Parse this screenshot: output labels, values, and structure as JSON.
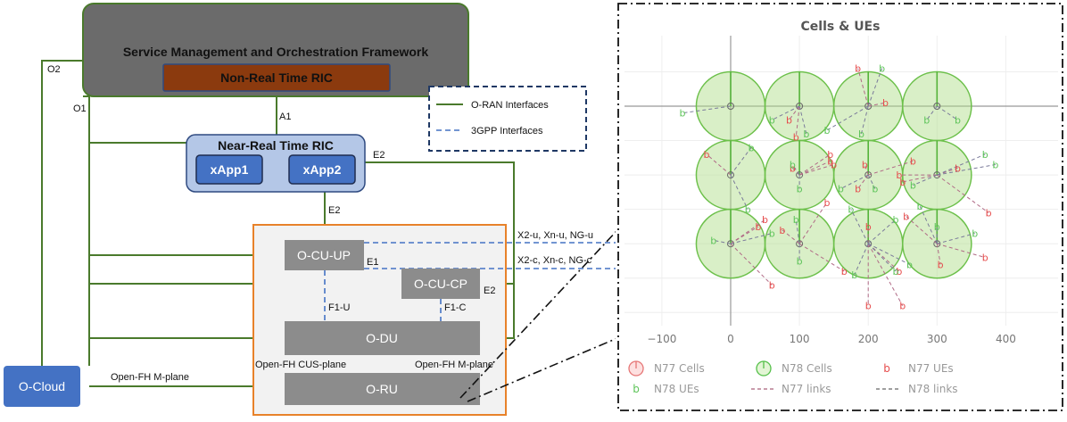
{
  "diagram": {
    "smo_title": "Service Management and Orchestration Framework",
    "non_rt_ric": "Non-Real Time RIC",
    "near_rt_ric": "Near-Real Time RIC",
    "xapp1": "xApp1",
    "xapp2": "xApp2",
    "o_cu_up": "O-CU-UP",
    "o_cu_cp": "O-CU-CP",
    "o_du": "O-DU",
    "o_ru": "O-RU",
    "o_cloud": "O-Cloud",
    "labels": {
      "o2": "O2",
      "o1": "O1",
      "a1": "A1",
      "e2_top": "E2",
      "e2_mid": "E2",
      "e2_cp": "E2",
      "e1": "E1",
      "f1u": "F1-U",
      "f1c": "F1-C",
      "x2u": "X2-u, Xn-u, NG-u",
      "x2c": "X2-c, Xn-c, NG-c",
      "fh_cus": "Open-FH CUS-plane",
      "fh_m_right": "Open-FH M-plane",
      "fh_m_left": "Open-FH M-plane"
    },
    "legend": {
      "oran": "O-RAN Interfaces",
      "gpp": "3GPP Interfaces"
    },
    "colors": {
      "oran_line": "#4a7a2c",
      "gpp_line": "#4472c4",
      "smo_fill": "#6b6b6b",
      "non_rt_fill": "#8b3a0e",
      "near_rt_fill": "#b4c7e7",
      "xapp_fill": "#4472c4",
      "node_fill": "#8c8c8c",
      "cloud_fill": "#4472c4",
      "frame_border": "#e8822a"
    }
  },
  "chart_data": {
    "type": "scatter",
    "title": "Cells & UEs",
    "xlabel": "",
    "ylabel": "",
    "xlim": [
      -140,
      460
    ],
    "ylim": [
      -250,
      50
    ],
    "xticks": [
      -100,
      0,
      100,
      200,
      300,
      400
    ],
    "grid": true,
    "legend_position": "bottom",
    "cell_radius": 50,
    "legend": {
      "n77_cells": "N77 Cells",
      "n78_cells": "N78 Cells",
      "n77_ues": "N77 UEs",
      "n78_ues": "N78 UEs",
      "n77_links": "N77 links",
      "n78_links": "N78 links"
    },
    "series": [
      {
        "name": "N78 Cells",
        "x": [
          0,
          100,
          200,
          300,
          0,
          100,
          200,
          300,
          0,
          100,
          200,
          300
        ],
        "y": [
          0,
          0,
          0,
          0,
          -100,
          -100,
          -100,
          -100,
          -200,
          -200,
          -200,
          -200
        ]
      },
      {
        "name": "N77 UEs",
        "x": [
          185,
          225,
          85,
          95,
          145,
          145,
          195,
          265,
          245,
          -35,
          90,
          150,
          185,
          250,
          330,
          50,
          40,
          140,
          75,
          200,
          255,
          375,
          165,
          245,
          305,
          370,
          60,
          200,
          250
        ],
        "y": [
          55,
          5,
          -20,
          -45,
          -70,
          -80,
          -85,
          -80,
          -100,
          -70,
          -90,
          -85,
          -120,
          -110,
          -90,
          -165,
          -175,
          -140,
          -180,
          -175,
          -160,
          -155,
          -240,
          -240,
          -230,
          -220,
          -260,
          -290,
          -290
        ]
      },
      {
        "name": "N78 UEs",
        "x": [
          220,
          -70,
          60,
          110,
          140,
          190,
          285,
          330,
          30,
          90,
          100,
          160,
          210,
          265,
          370,
          385,
          25,
          60,
          95,
          175,
          240,
          275,
          -25,
          300,
          355,
          240,
          100,
          180,
          260
        ],
        "y": [
          55,
          -10,
          -20,
          -40,
          -35,
          -40,
          -20,
          -20,
          -60,
          -85,
          -120,
          -120,
          -120,
          -115,
          -70,
          -85,
          -150,
          -185,
          -165,
          -150,
          -165,
          -145,
          -195,
          -175,
          -185,
          -240,
          -225,
          -245,
          -230
        ]
      }
    ],
    "links": [
      {
        "series": "N77 links",
        "from": [
          200,
          0
        ],
        "to": [
          185,
          55
        ]
      },
      {
        "series": "N77 links",
        "from": [
          200,
          0
        ],
        "to": [
          225,
          5
        ]
      },
      {
        "series": "N77 links",
        "from": [
          100,
          0
        ],
        "to": [
          85,
          -20
        ]
      },
      {
        "series": "N77 links",
        "from": [
          100,
          0
        ],
        "to": [
          95,
          -45
        ]
      },
      {
        "series": "N77 links",
        "from": [
          100,
          -100
        ],
        "to": [
          145,
          -70
        ]
      },
      {
        "series": "N77 links",
        "from": [
          100,
          -100
        ],
        "to": [
          145,
          -80
        ]
      },
      {
        "series": "N77 links",
        "from": [
          200,
          -100
        ],
        "to": [
          195,
          -85
        ]
      },
      {
        "series": "N77 links",
        "from": [
          200,
          -100
        ],
        "to": [
          265,
          -80
        ]
      },
      {
        "series": "N77 links",
        "from": [
          300,
          -100
        ],
        "to": [
          245,
          -100
        ]
      },
      {
        "series": "N77 links",
        "from": [
          0,
          -100
        ],
        "to": [
          -35,
          -70
        ]
      },
      {
        "series": "N77 links",
        "from": [
          100,
          -100
        ],
        "to": [
          90,
          -90
        ]
      },
      {
        "series": "N77 links",
        "from": [
          100,
          -100
        ],
        "to": [
          150,
          -85
        ]
      },
      {
        "series": "N77 links",
        "from": [
          200,
          -100
        ],
        "to": [
          185,
          -120
        ]
      },
      {
        "series": "N77 links",
        "from": [
          300,
          -100
        ],
        "to": [
          250,
          -110
        ]
      },
      {
        "series": "N77 links",
        "from": [
          300,
          -100
        ],
        "to": [
          330,
          -90
        ]
      },
      {
        "series": "N77 links",
        "from": [
          0,
          -200
        ],
        "to": [
          50,
          -165
        ]
      },
      {
        "series": "N77 links",
        "from": [
          0,
          -200
        ],
        "to": [
          40,
          -175
        ]
      },
      {
        "series": "N77 links",
        "from": [
          100,
          -200
        ],
        "to": [
          140,
          -140
        ]
      },
      {
        "series": "N77 links",
        "from": [
          100,
          -200
        ],
        "to": [
          75,
          -180
        ]
      },
      {
        "series": "N77 links",
        "from": [
          200,
          -200
        ],
        "to": [
          200,
          -175
        ]
      },
      {
        "series": "N77 links",
        "from": [
          300,
          -200
        ],
        "to": [
          255,
          -160
        ]
      },
      {
        "series": "N77 links",
        "from": [
          300,
          -100
        ],
        "to": [
          375,
          -155
        ]
      },
      {
        "series": "N77 links",
        "from": [
          100,
          -200
        ],
        "to": [
          165,
          -240
        ]
      },
      {
        "series": "N77 links",
        "from": [
          200,
          -200
        ],
        "to": [
          245,
          -240
        ]
      },
      {
        "series": "N77 links",
        "from": [
          300,
          -200
        ],
        "to": [
          305,
          -230
        ]
      },
      {
        "series": "N77 links",
        "from": [
          300,
          -200
        ],
        "to": [
          370,
          -220
        ]
      },
      {
        "series": "N77 links",
        "from": [
          0,
          -200
        ],
        "to": [
          60,
          -260
        ]
      },
      {
        "series": "N77 links",
        "from": [
          200,
          -200
        ],
        "to": [
          200,
          -290
        ]
      },
      {
        "series": "N77 links",
        "from": [
          200,
          -200
        ],
        "to": [
          250,
          -290
        ]
      },
      {
        "series": "N78 links",
        "from": [
          200,
          0
        ],
        "to": [
          220,
          55
        ]
      },
      {
        "series": "N78 links",
        "from": [
          0,
          0
        ],
        "to": [
          -70,
          -10
        ]
      },
      {
        "series": "N78 links",
        "from": [
          100,
          0
        ],
        "to": [
          60,
          -20
        ]
      },
      {
        "series": "N78 links",
        "from": [
          100,
          0
        ],
        "to": [
          110,
          -40
        ]
      },
      {
        "series": "N78 links",
        "from": [
          200,
          0
        ],
        "to": [
          140,
          -35
        ]
      },
      {
        "series": "N78 links",
        "from": [
          200,
          0
        ],
        "to": [
          190,
          -40
        ]
      },
      {
        "series": "N78 links",
        "from": [
          300,
          0
        ],
        "to": [
          285,
          -20
        ]
      },
      {
        "series": "N78 links",
        "from": [
          300,
          0
        ],
        "to": [
          330,
          -20
        ]
      },
      {
        "series": "N78 links",
        "from": [
          0,
          -100
        ],
        "to": [
          30,
          -60
        ]
      },
      {
        "series": "N78 links",
        "from": [
          100,
          -100
        ],
        "to": [
          90,
          -85
        ]
      },
      {
        "series": "N78 links",
        "from": [
          100,
          -100
        ],
        "to": [
          100,
          -120
        ]
      },
      {
        "series": "N78 links",
        "from": [
          200,
          -100
        ],
        "to": [
          160,
          -120
        ]
      },
      {
        "series": "N78 links",
        "from": [
          200,
          -100
        ],
        "to": [
          210,
          -120
        ]
      },
      {
        "series": "N78 links",
        "from": [
          300,
          -100
        ],
        "to": [
          265,
          -115
        ]
      },
      {
        "series": "N78 links",
        "from": [
          300,
          -100
        ],
        "to": [
          370,
          -70
        ]
      },
      {
        "series": "N78 links",
        "from": [
          300,
          -100
        ],
        "to": [
          385,
          -85
        ]
      },
      {
        "series": "N78 links",
        "from": [
          0,
          -100
        ],
        "to": [
          25,
          -150
        ]
      },
      {
        "series": "N78 links",
        "from": [
          0,
          -200
        ],
        "to": [
          60,
          -185
        ]
      },
      {
        "series": "N78 links",
        "from": [
          100,
          -200
        ],
        "to": [
          95,
          -165
        ]
      },
      {
        "series": "N78 links",
        "from": [
          200,
          -200
        ],
        "to": [
          175,
          -150
        ]
      },
      {
        "series": "N78 links",
        "from": [
          200,
          -200
        ],
        "to": [
          240,
          -165
        ]
      },
      {
        "series": "N78 links",
        "from": [
          300,
          -200
        ],
        "to": [
          275,
          -145
        ]
      },
      {
        "series": "N78 links",
        "from": [
          0,
          -200
        ],
        "to": [
          -25,
          -195
        ]
      },
      {
        "series": "N78 links",
        "from": [
          300,
          -200
        ],
        "to": [
          300,
          -175
        ]
      },
      {
        "series": "N78 links",
        "from": [
          300,
          -200
        ],
        "to": [
          355,
          -185
        ]
      },
      {
        "series": "N78 links",
        "from": [
          200,
          -200
        ],
        "to": [
          240,
          -240
        ]
      },
      {
        "series": "N78 links",
        "from": [
          100,
          -200
        ],
        "to": [
          100,
          -225
        ]
      },
      {
        "series": "N78 links",
        "from": [
          200,
          -200
        ],
        "to": [
          180,
          -245
        ]
      },
      {
        "series": "N78 links",
        "from": [
          200,
          -200
        ],
        "to": [
          260,
          -230
        ]
      }
    ]
  }
}
